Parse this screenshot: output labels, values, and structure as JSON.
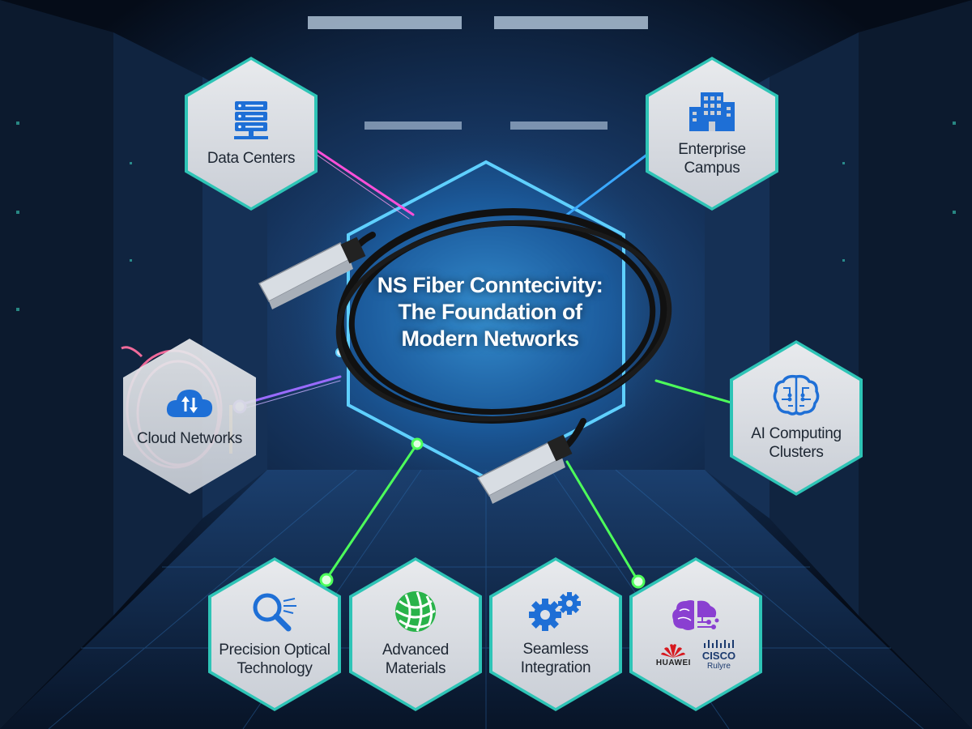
{
  "title": "NS Fiber Conntecivity:\nThe Foundation of\nModern Networks",
  "nodes": {
    "data_centers": "Data Centers",
    "enterprise_campus": "Enterprise\nCampus",
    "cloud_networks": "Cloud Networks",
    "ai_computing": "AI Computing\nClusters",
    "precision_optical": "Precision Optical\nTechnology",
    "advanced_materials": "Advanced\nMaterials",
    "seamless_integration": "Seamless\nIntegration"
  },
  "brands": {
    "huawei": "HUAWEI",
    "cisco": "CISCO",
    "ruijie": "Rulyre"
  },
  "icons": {
    "data_centers": "server-rack-icon",
    "enterprise_campus": "office-building-icon",
    "cloud_networks": "cloud-transfer-icon",
    "ai_computing": "brain-circuit-icon",
    "precision_optical": "magnifier-icon",
    "advanced_materials": "fiber-mesh-icon",
    "seamless_integration": "gears-icon",
    "brand_block": "brain-icon"
  },
  "colors": {
    "hex_border": "#2ec4b6",
    "pink_beam": "#ff4fd8",
    "blue_beam": "#3aa8ff",
    "violet_beam": "#9a6bff",
    "green_beam": "#4dff5a",
    "icon_blue": "#1e6fd6",
    "icon_green": "#29b34a",
    "icon_purple": "#8a3fd1"
  }
}
